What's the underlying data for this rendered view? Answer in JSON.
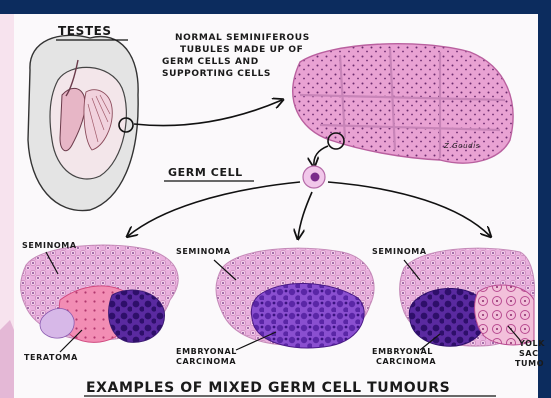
{
  "labels": {
    "testes": "TESTES",
    "tubules_line1": "NORMAL SEMINIFEROUS",
    "tubules_line2": "TUBULES MADE UP OF",
    "tubules_line3": "GERM CELLS AND",
    "tubules_line4": "SUPPORTING CELLS",
    "germ_cell": "GERM CELL",
    "tumour1_seminoma": "SEMINOMA",
    "tumour1_teratoma": "TERATOMA",
    "tumour2_seminoma": "SEMINOMA",
    "tumour2_embryonal_line1": "EMBRYONAL",
    "tumour2_embryonal_line2": "CARCINOMA",
    "tumour3_seminoma": "SEMINOMA",
    "tumour3_embryonal_line1": "EMBRYONAL",
    "tumour3_embryonal_line2": "CARCINOMA",
    "tumour3_yolk_line1": "YOLK",
    "tumour3_yolk_line2": "SAC",
    "tumour3_yolk_line3": "TUMO",
    "caption": "EXAMPLES OF MIXED GERM CELL TUMOURS",
    "signature": "Z.Goudis"
  },
  "colors": {
    "top_bar": "#0c2c5e",
    "right_strip": "#0c2c5e",
    "background": "#f3eef2",
    "seminoma_pink": "#e6a6d9",
    "teratoma_pink": "#f48fb1",
    "embryonal_purple": "#7b3fc4",
    "embryonal_dark": "#4a1a86",
    "tubule_pink": "#e89ad0"
  }
}
